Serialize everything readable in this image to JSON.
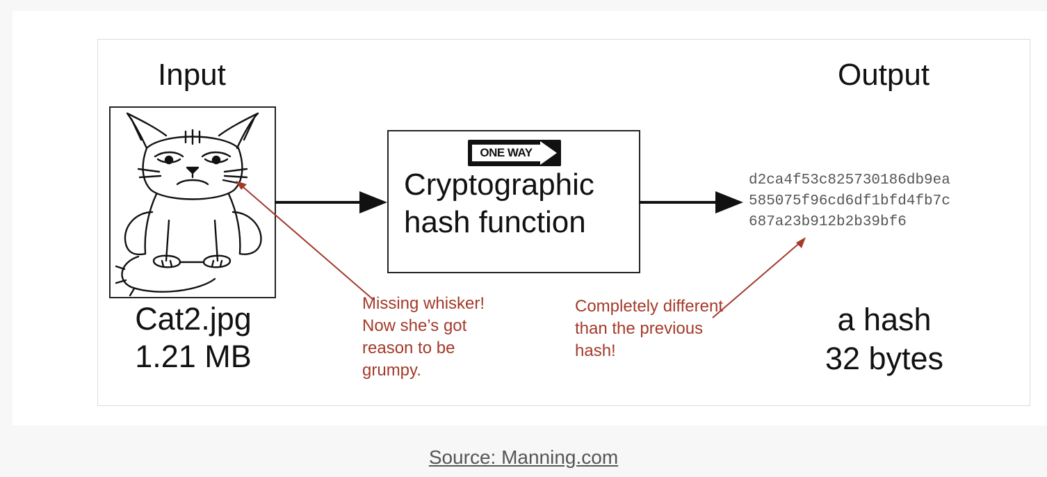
{
  "diagram": {
    "input_title": "Input",
    "output_title": "Output",
    "input_file_name": "Cat2.jpg",
    "input_file_size": "1.21 MB",
    "sign_text": "ONE WAY",
    "function_title": "Cryptographic\nhash function",
    "hash_lines": [
      "d2ca4f53c825730186db9ea",
      "585075f96cd6df1bfd4fb7c",
      "687a23b912b2b39bf6"
    ],
    "output_caption_line1": "a hash",
    "output_caption_line2": "32 bytes",
    "annotation_whisker": "Missing whisker! Now she’s got reason to be grumpy.",
    "annotation_hash": "Completely different than the previous hash!",
    "annotation_color": "#a33a2a"
  },
  "footer": {
    "source_link": "Source: Manning.com"
  }
}
